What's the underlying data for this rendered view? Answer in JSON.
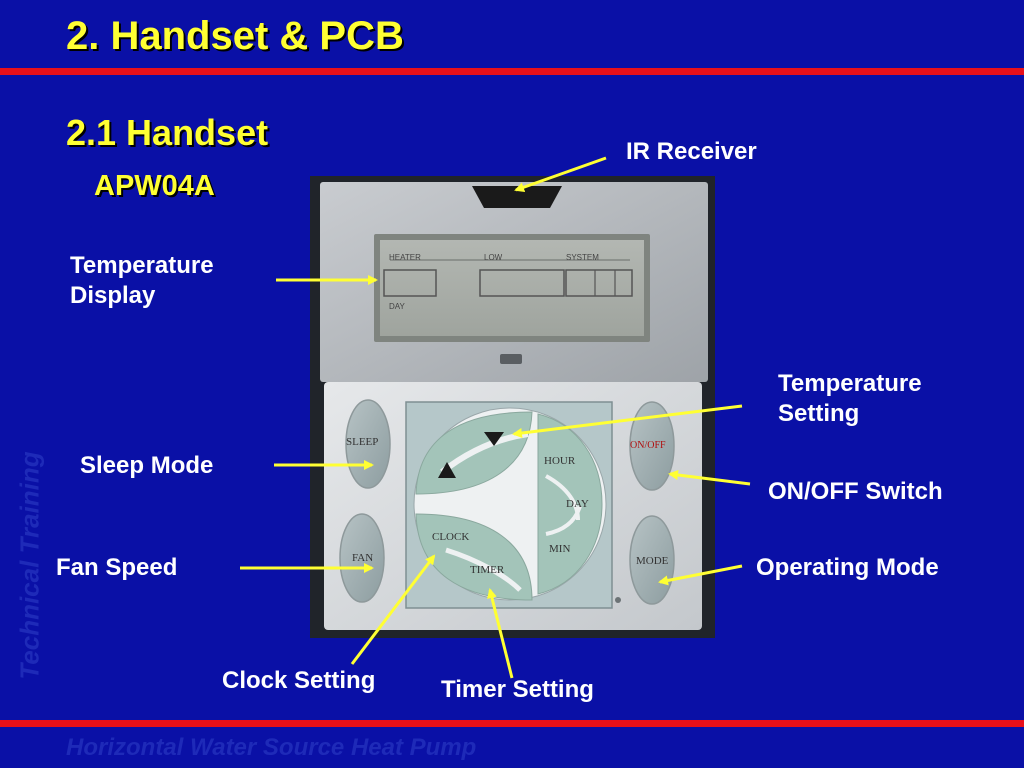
{
  "slide": {
    "title": "2. Handset & PCB",
    "subtitle": "2.1 Handset",
    "model": "APW04A",
    "watermark_vertical": "Technical Training",
    "watermark_footer": "Horizontal Water Source Heat Pump"
  },
  "callouts": {
    "ir_receiver": "IR Receiver",
    "temp_display_line1": "Temperature",
    "temp_display_line2": "Display",
    "temp_setting_line1": "Temperature",
    "temp_setting_line2": "Setting",
    "sleep_mode": "Sleep Mode",
    "onoff_switch": "ON/OFF Switch",
    "fan_speed": "Fan Speed",
    "operating_mode": "Operating Mode",
    "clock_setting": "Clock Setting",
    "timer_setting": "Timer Setting"
  },
  "handset": {
    "lcd_segments": [
      "HEATER",
      "LOW",
      "SYSTEM",
      "DAY"
    ],
    "buttons": {
      "sleep": "SLEEP",
      "fan": "FAN",
      "onoff": "ON/OFF",
      "mode": "MODE",
      "clock": "CLOCK",
      "timer": "TIMER",
      "hour": "HOUR",
      "day": "DAY",
      "min": "MIN"
    }
  },
  "colors": {
    "background": "#0a10a6",
    "accent_line": "#e8101a",
    "title_text": "#ffff33",
    "label_text": "#ffffff",
    "arrow": "#ffff33",
    "watermark": "#1e2ab8"
  }
}
